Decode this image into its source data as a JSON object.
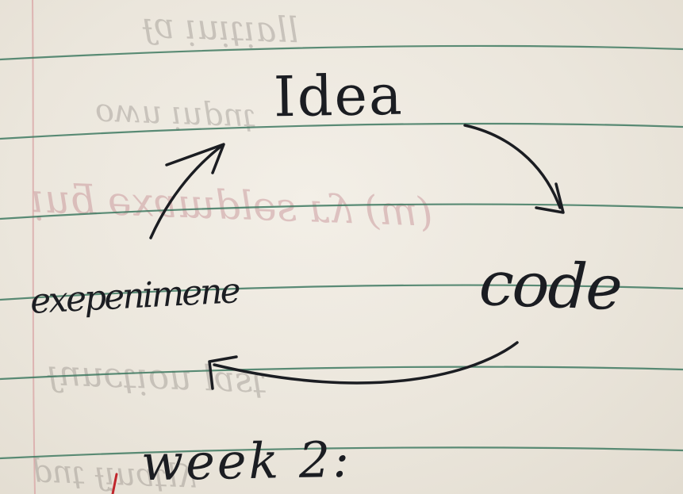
{
  "notebook": {
    "cycle_words": {
      "idea": "Idea",
      "code": "code",
      "experiment": "exepenimene"
    },
    "heading": "week 2:"
  },
  "colors": {
    "paper": "#ebe6dc",
    "ruled_line": "#3f7a62",
    "margin_line": "#d9a8a8",
    "ink": "#1b1d22",
    "red_ink": "#c0262c",
    "bleed_through_gray": "#6b6460",
    "bleed_through_pink": "#b8707a"
  }
}
